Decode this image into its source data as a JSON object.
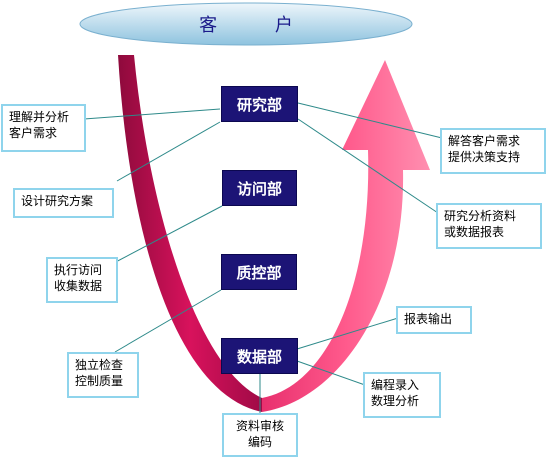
{
  "client": {
    "label": "客 户"
  },
  "departments": {
    "research": "研究部",
    "interview": "访问部",
    "qc": "质控部",
    "data": "数据部"
  },
  "notes": {
    "understand": [
      "理解并分析",
      "客户需求"
    ],
    "design": [
      "设计研究方案"
    ],
    "execute": [
      "执行访问",
      "收集数据"
    ],
    "inspect": [
      "独立检查",
      "控制质量"
    ],
    "review": [
      "资料审核",
      "编码"
    ],
    "answer": [
      "解答客户需求",
      "提供决策支持"
    ],
    "analyze": [
      "研究分析资料",
      "或数据报表"
    ],
    "output": [
      "报表输出"
    ],
    "program": [
      "编程录入",
      "数理分析"
    ]
  }
}
